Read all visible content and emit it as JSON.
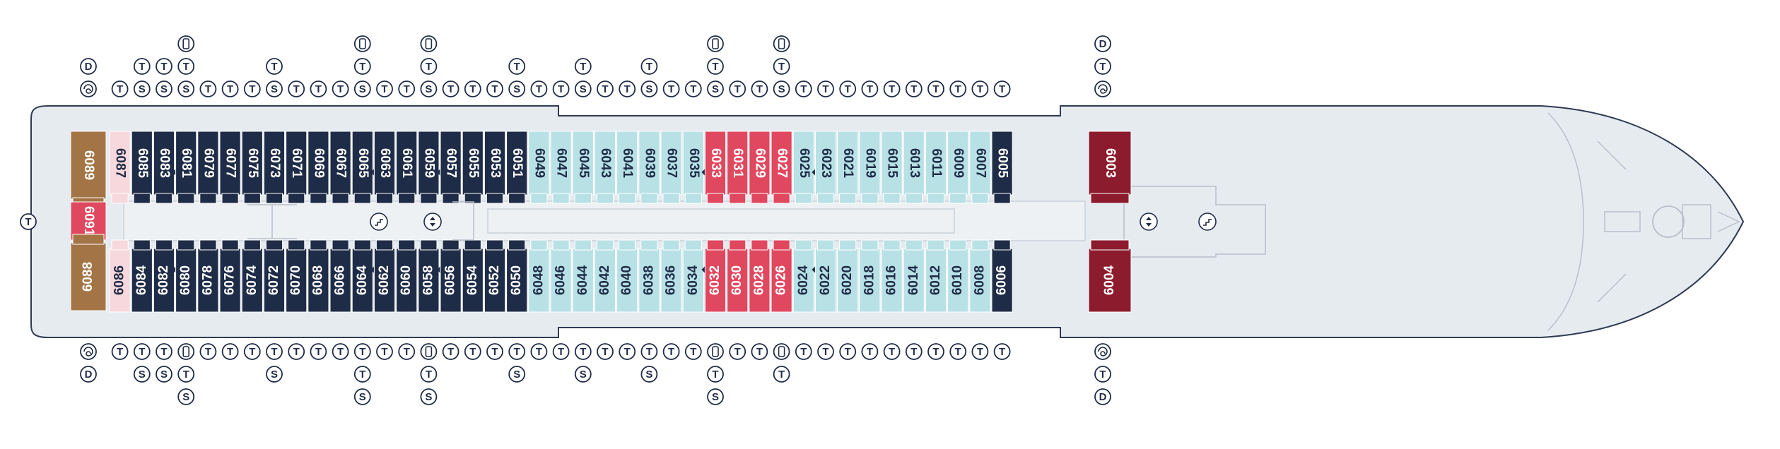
{
  "deck_map": {
    "colors": {
      "ship_fill": "#e6ebf0",
      "ship_stroke": "#2f3b52",
      "navy_cabin": "#1f2c47",
      "aqua_cabin": "#b8e1e6",
      "red_cabin": "#e0485f",
      "dark_red_cabin": "#8c1c2d",
      "gold_cabin": "#a37546",
      "pink_light": "#f7d8dd",
      "corridor": "#eef1f4",
      "icon_stroke": "#1f2c47"
    },
    "icon_legend": {
      "T": "twin-beds-icon",
      "S": "sofa-bed-icon",
      "D": "double-bed-icon",
      "accessible": "accessible-cabin-icon",
      "pullman": "pullman-bed-icon",
      "connecting": "connecting-door-icon",
      "stairs": "stairs-icon",
      "elevator": "elevator-icon"
    },
    "top_cabins": [
      {
        "number": "6089",
        "type": "gold",
        "icons": [
          "D",
          "swirl"
        ]
      },
      {
        "number": "6087",
        "type": "pink",
        "icons": [
          "T"
        ]
      },
      {
        "number": "6085",
        "type": "navy",
        "icons": [
          "T",
          "S"
        ]
      },
      {
        "number": "6083",
        "type": "navy",
        "icons": [
          "T",
          "S"
        ],
        "connecting": true
      },
      {
        "number": "6081",
        "type": "navy",
        "icons": [
          "pullman",
          "T",
          "S"
        ]
      },
      {
        "number": "6079",
        "type": "navy",
        "icons": [
          "T"
        ]
      },
      {
        "number": "6077",
        "type": "navy",
        "icons": [
          "T"
        ]
      },
      {
        "number": "6075",
        "type": "navy",
        "icons": [
          "T"
        ]
      },
      {
        "number": "6073",
        "type": "navy",
        "icons": [
          "T",
          "S"
        ]
      },
      {
        "number": "6071",
        "type": "navy",
        "icons": [
          "T"
        ]
      },
      {
        "number": "6069",
        "type": "navy",
        "icons": [
          "T"
        ]
      },
      {
        "number": "6067",
        "type": "navy",
        "icons": [
          "T"
        ]
      },
      {
        "number": "6065",
        "type": "navy",
        "icons": [
          "pullman",
          "T",
          "S"
        ],
        "connecting": true
      },
      {
        "number": "6063",
        "type": "navy",
        "icons": [
          "T"
        ]
      },
      {
        "number": "6061",
        "type": "navy",
        "icons": [
          "T"
        ]
      },
      {
        "number": "6059",
        "type": "navy",
        "icons": [
          "pullman",
          "T",
          "S"
        ],
        "connecting": true
      },
      {
        "number": "6057",
        "type": "navy",
        "icons": [
          "T"
        ]
      },
      {
        "number": "6055",
        "type": "navy",
        "icons": [
          "T"
        ]
      },
      {
        "number": "6053",
        "type": "navy",
        "icons": [
          "T"
        ]
      },
      {
        "number": "6051",
        "type": "navy",
        "icons": [
          "T",
          "S"
        ]
      },
      {
        "number": "6049",
        "type": "aqua",
        "icons": [
          "T"
        ]
      },
      {
        "number": "6047",
        "type": "aqua",
        "icons": [
          "T"
        ]
      },
      {
        "number": "6045",
        "type": "aqua",
        "icons": [
          "T",
          "S"
        ]
      },
      {
        "number": "6043",
        "type": "aqua",
        "icons": [
          "T"
        ]
      },
      {
        "number": "6041",
        "type": "aqua",
        "icons": [
          "T"
        ]
      },
      {
        "number": "6039",
        "type": "aqua",
        "icons": [
          "T",
          "S"
        ]
      },
      {
        "number": "6037",
        "type": "aqua",
        "icons": [
          "T"
        ]
      },
      {
        "number": "6035",
        "type": "aqua",
        "icons": [
          "T"
        ],
        "connecting": true
      },
      {
        "number": "6033",
        "type": "red",
        "icons": [
          "pullman",
          "T",
          "S"
        ]
      },
      {
        "number": "6031",
        "type": "red",
        "icons": [
          "T"
        ]
      },
      {
        "number": "6029",
        "type": "red",
        "icons": [
          "T"
        ]
      },
      {
        "number": "6027",
        "type": "red",
        "icons": [
          "pullman",
          "T",
          "S"
        ]
      },
      {
        "number": "6025",
        "type": "aqua",
        "icons": [
          "T"
        ],
        "connecting": true
      },
      {
        "number": "6023",
        "type": "aqua",
        "icons": [
          "T"
        ]
      },
      {
        "number": "6021",
        "type": "aqua",
        "icons": [
          "T"
        ]
      },
      {
        "number": "6019",
        "type": "aqua",
        "icons": [
          "T"
        ]
      },
      {
        "number": "6015",
        "type": "aqua",
        "icons": [
          "T"
        ]
      },
      {
        "number": "6013",
        "type": "aqua",
        "icons": [
          "T"
        ]
      },
      {
        "number": "6011",
        "type": "aqua",
        "icons": [
          "T"
        ]
      },
      {
        "number": "6009",
        "type": "aqua",
        "icons": [
          "T"
        ]
      },
      {
        "number": "6007",
        "type": "aqua",
        "icons": [
          "T"
        ]
      },
      {
        "number": "6005",
        "type": "navy",
        "icons": [
          "T"
        ]
      },
      {
        "number": "6003",
        "type": "darkred",
        "icons": [
          "D",
          "T",
          "swirl"
        ]
      }
    ],
    "middle_cabin": {
      "number": "6091",
      "type": "red",
      "icons": [
        "T"
      ]
    },
    "bottom_cabins": [
      {
        "number": "6088",
        "type": "gold",
        "icons": [
          "swirl",
          "D"
        ]
      },
      {
        "number": "6086",
        "type": "pink",
        "icons": [
          "T"
        ]
      },
      {
        "number": "6084",
        "type": "navy",
        "icons": [
          "T",
          "S"
        ]
      },
      {
        "number": "6082",
        "type": "navy",
        "icons": [
          "T",
          "S"
        ],
        "connecting": true
      },
      {
        "number": "6080",
        "type": "navy",
        "icons": [
          "pullman",
          "T",
          "S"
        ]
      },
      {
        "number": "6078",
        "type": "navy",
        "icons": [
          "T"
        ]
      },
      {
        "number": "6076",
        "type": "navy",
        "icons": [
          "T"
        ]
      },
      {
        "number": "6074",
        "type": "navy",
        "icons": [
          "T"
        ]
      },
      {
        "number": "6072",
        "type": "navy",
        "icons": [
          "T",
          "S"
        ]
      },
      {
        "number": "6070",
        "type": "navy",
        "icons": [
          "T"
        ]
      },
      {
        "number": "6068",
        "type": "navy",
        "icons": [
          "T"
        ]
      },
      {
        "number": "6066",
        "type": "navy",
        "icons": [
          "T"
        ]
      },
      {
        "number": "6064",
        "type": "navy",
        "icons": [
          "T",
          "T",
          "S"
        ],
        "connecting": true
      },
      {
        "number": "6062",
        "type": "navy",
        "icons": [
          "T"
        ]
      },
      {
        "number": "6060",
        "type": "navy",
        "icons": [
          "T"
        ]
      },
      {
        "number": "6058",
        "type": "navy",
        "icons": [
          "pullman",
          "T",
          "S"
        ],
        "connecting": true
      },
      {
        "number": "6056",
        "type": "navy",
        "icons": [
          "T"
        ]
      },
      {
        "number": "6054",
        "type": "navy",
        "icons": [
          "T"
        ]
      },
      {
        "number": "6052",
        "type": "navy",
        "icons": [
          "T"
        ]
      },
      {
        "number": "6050",
        "type": "navy",
        "icons": [
          "T",
          "S"
        ]
      },
      {
        "number": "6048",
        "type": "aqua",
        "icons": [
          "T"
        ]
      },
      {
        "number": "6046",
        "type": "aqua",
        "icons": [
          "T"
        ]
      },
      {
        "number": "6044",
        "type": "aqua",
        "icons": [
          "T",
          "S"
        ]
      },
      {
        "number": "6042",
        "type": "aqua",
        "icons": [
          "T"
        ]
      },
      {
        "number": "6040",
        "type": "aqua",
        "icons": [
          "T"
        ]
      },
      {
        "number": "6038",
        "type": "aqua",
        "icons": [
          "T",
          "S"
        ]
      },
      {
        "number": "6036",
        "type": "aqua",
        "icons": [
          "T"
        ]
      },
      {
        "number": "6034",
        "type": "aqua",
        "icons": [
          "T"
        ],
        "connecting": true
      },
      {
        "number": "6032",
        "type": "red",
        "icons": [
          "pullman",
          "T",
          "S"
        ]
      },
      {
        "number": "6030",
        "type": "red",
        "icons": [
          "T"
        ]
      },
      {
        "number": "6028",
        "type": "red",
        "icons": [
          "T"
        ]
      },
      {
        "number": "6026",
        "type": "red",
        "icons": [
          "pullman",
          "T"
        ]
      },
      {
        "number": "6024",
        "type": "aqua",
        "icons": [
          "T"
        ],
        "connecting": true
      },
      {
        "number": "6022",
        "type": "aqua",
        "icons": [
          "T"
        ]
      },
      {
        "number": "6020",
        "type": "aqua",
        "icons": [
          "T"
        ]
      },
      {
        "number": "6018",
        "type": "aqua",
        "icons": [
          "T"
        ]
      },
      {
        "number": "6016",
        "type": "aqua",
        "icons": [
          "T"
        ]
      },
      {
        "number": "6014",
        "type": "aqua",
        "icons": [
          "T"
        ]
      },
      {
        "number": "6012",
        "type": "aqua",
        "icons": [
          "T"
        ]
      },
      {
        "number": "6010",
        "type": "aqua",
        "icons": [
          "T"
        ]
      },
      {
        "number": "6008",
        "type": "aqua",
        "icons": [
          "T"
        ]
      },
      {
        "number": "6006",
        "type": "navy",
        "icons": [
          "T"
        ]
      },
      {
        "number": "6004",
        "type": "darkred",
        "icons": [
          "swirl",
          "T",
          "D"
        ]
      }
    ],
    "stern_icon": "T"
  }
}
